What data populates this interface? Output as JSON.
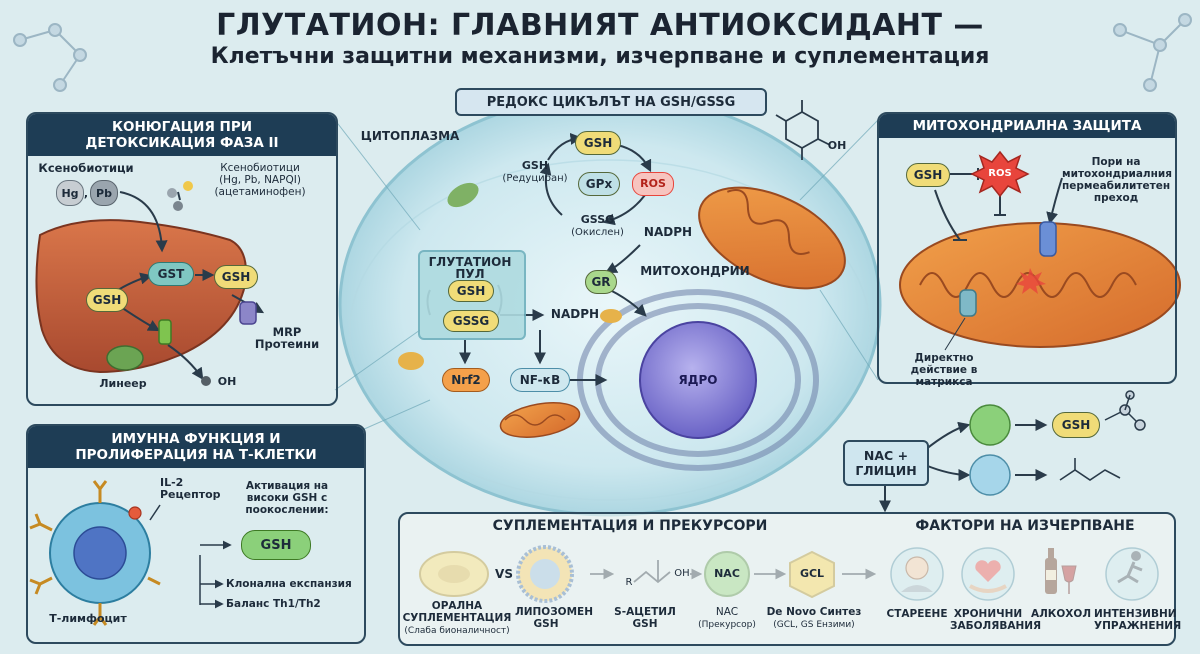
{
  "title": "ГЛУТАТИОН: ГЛАВНИЯТ АНТИОКСИДАНТ —",
  "subtitle": "Клетъчни защитни механизми, изчерпване и суплементация",
  "redox": {
    "heading": "РЕДОКС ЦИКЪЛЪТ НА GSH/GSSG",
    "gsh": "GSH",
    "gsh_reduced": "GSH",
    "gsh_reduced_note": "(Редуциран)",
    "gpx": "GPx",
    "ros": "ROS",
    "gssg": "GSSG",
    "gssg_note": "(Окислен)",
    "nadph": "NADPH",
    "gr": "GR",
    "oh": "OH"
  },
  "cell": {
    "cytoplasm": "ЦИТОПЛАЗМА",
    "mitochondria": "МИТОХОНДРИИ",
    "pool_heading": "ГЛУТАТИОН ПУЛ",
    "pool_gsh": "GSH",
    "pool_gssg": "GSSG",
    "nadph": "NADPH",
    "nrf2": "Nrf2",
    "nfkb": "NF-κB",
    "nucleus": "ЯДРО"
  },
  "conjugation": {
    "heading": "КОНЮГАЦИЯ ПРИ ДЕТОКСИКАЦИЯ ФАЗА II",
    "xeno_left": "Ксенобиотици",
    "hg": "Hg",
    "comma": ",",
    "pb": "Pb",
    "xeno_right": "Ксенобиотици",
    "xeno_right_detail": "(Hg, Pb, NAPQI)",
    "xeno_right_note": "(ацетаминофен)",
    "gst": "GST",
    "gsh_out": "GSH",
    "gsh_in": "GSH",
    "mrp": "MRP",
    "proteins": "Протеини",
    "liver": "Линеер",
    "oh": "OH"
  },
  "mito": {
    "heading": "МИТОХОНДРИАЛНА ЗАЩИТА",
    "gsh": "GSH",
    "ros": "ROS",
    "pore": "Пори на митохондриалния пермеабилитетен преход",
    "direct": "Директно действие в матрикса"
  },
  "immune": {
    "heading": "ИМУННА ФУНКЦИЯ И ПРОЛИФЕРАЦИЯ НА Т-КЛЕТКИ",
    "il2": "IL-2",
    "receptor": "Рецептор",
    "activation": "Активация на високи GSH с поокослении:",
    "gsh": "GSH",
    "clonal": "Клонална експанзия",
    "balance": "Баланс Th1/Th2",
    "tcell": "Т-лимфоцит"
  },
  "nac_glycine": {
    "label": "NAC + ГЛИЦИН",
    "gsh": "GSH"
  },
  "supplementation": {
    "heading": "СУПЛЕМЕНТАЦИЯ И ПРЕКУРСОРИ",
    "vs": "VS",
    "oral": "ОРАЛНА СУПЛЕМЕНТАЦИЯ",
    "oral_note": "(Слаба бионаличност)",
    "liposomal": "ЛИПОЗОМЕН GSH",
    "acetyl": "S-АЦЕТИЛ GSH",
    "nac": "NAC",
    "nac_label": "NAC",
    "nac_note": "(Прекурсор)",
    "gcl": "GCL",
    "denovo": "De Novo Синтез",
    "denovo_note": "(GCL, GS Ензими)",
    "acetyl_r": "R",
    "acetyl_oh": "OH"
  },
  "depletion": {
    "heading": "ФАКТОРИ НА ИЗЧЕРПВАНЕ",
    "aging": "СТАРЕЕНЕ",
    "chronic": "ХРОНИЧНИ ЗАБОЛЯВАНИЯ",
    "alcohol": "АЛКОХОЛ",
    "exercise": "ИНТЕНЗИВНИ УПРАЖНЕНИЯ"
  },
  "colors": {
    "panel_header": "#1e3d55",
    "gsh_fill": "#f0dc78",
    "ros": "#e8453c",
    "cell": "#bfe0ea"
  }
}
